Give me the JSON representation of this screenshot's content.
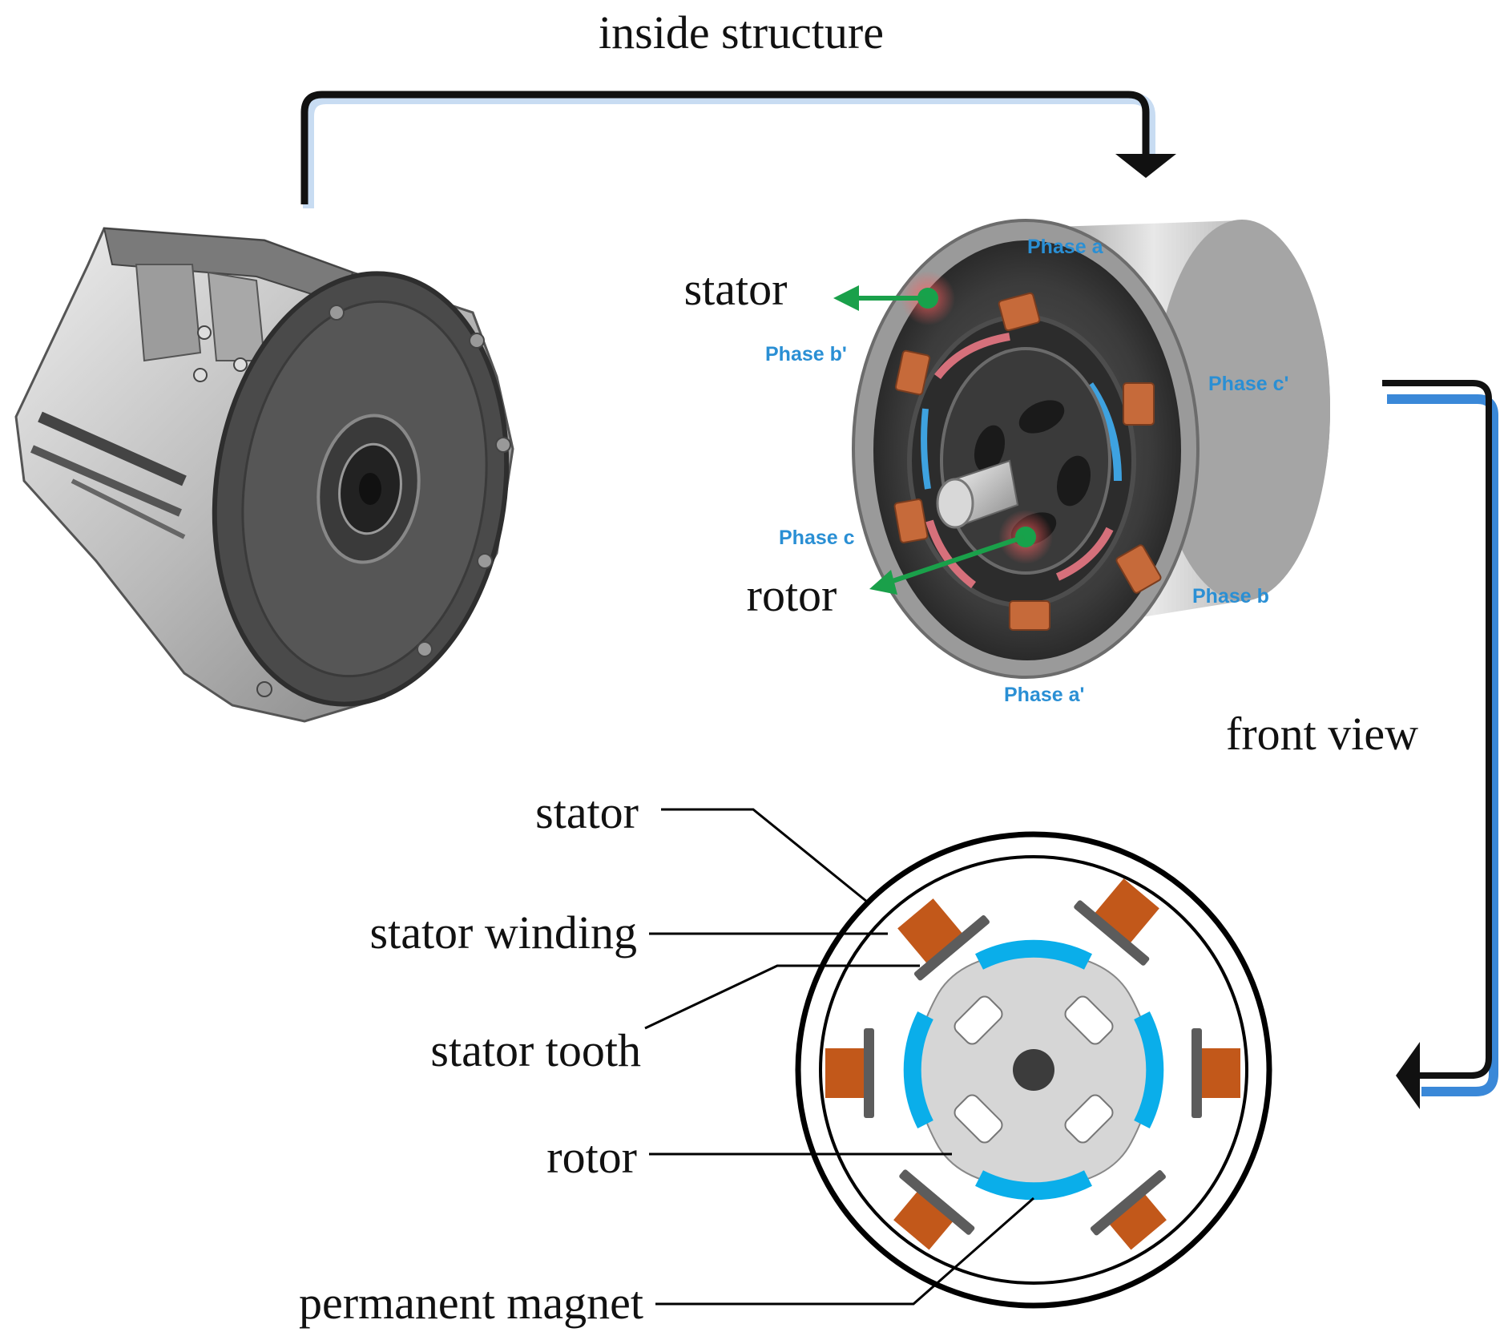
{
  "labels": {
    "inside_structure": "inside structure",
    "front_view": "front view",
    "photo_stator": "stator",
    "photo_rotor": "rotor",
    "phase_a": "Phase a",
    "phase_b_prime": "Phase b'",
    "phase_c_prime": "Phase c'",
    "phase_c": "Phase c",
    "phase_b": "Phase b",
    "phase_a_prime": "Phase a'"
  },
  "callouts": {
    "stator": "stator",
    "stator_winding": "stator winding",
    "stator_tooth": "stator tooth",
    "rotor": "rotor",
    "permanent_magnet": "permanent magnet"
  },
  "colors": {
    "winding": "#c2581a",
    "magnet": "#0aaeea",
    "rotor_core": "#d6d6d6",
    "tooth": "#6b6b6b",
    "pointer_arrow": "#1aa04a",
    "flow_arrow_shadow": "#3a88d8"
  }
}
